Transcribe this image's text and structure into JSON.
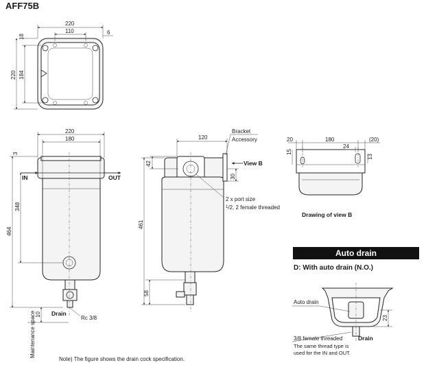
{
  "model": "AFF75B",
  "top_view": {
    "dim_total_width": "220",
    "dim_hole_pitch": "110",
    "dim_right_edge": "6",
    "dim_left_edge": "18",
    "dim_total_height": "220",
    "dim_hole_height": "184"
  },
  "front_view": {
    "dim_total_width": "220",
    "dim_body_width": "180",
    "dim_top_offset": "3",
    "dim_port_to_bowl": "348",
    "dim_total_height": "464",
    "dim_drain_space": "10",
    "label_in": "IN",
    "label_out": "OUT",
    "label_drain": "Drain",
    "label_rc": "Rc 3/8",
    "label_maintenance": "Maintenance space"
  },
  "side_view": {
    "dim_width": "120",
    "dim_top": "42",
    "dim_bracket": "30",
    "dim_total_height": "461",
    "dim_drain_height": "58",
    "label_bracket": "Bracket",
    "label_accessory": "Accessory",
    "label_view_b": "View B",
    "label_port_size": "2 x port size",
    "label_port_thread_num": "1",
    "label_port_thread_den": "2",
    "label_port_thread_rest": ", 2 female threaded"
  },
  "view_b": {
    "dim_left": "20",
    "dim_center": "180",
    "dim_slot": "24",
    "dim_right": "(20)",
    "dim_hole_h": "15",
    "dim_slot_h": "13",
    "caption": "Drawing of view B"
  },
  "auto_drain": {
    "banner": "Auto drain",
    "heading": "D: With auto drain (N.O.)",
    "label_auto_drain": "Auto drain",
    "dim_height": "23",
    "label_thread": "3/8 female threaded",
    "label_drain": "Drain",
    "note_line1": "The same thread type is",
    "note_line2": "used for the IN and OUT."
  },
  "note": "Note) The figure shows the drain cock specification."
}
